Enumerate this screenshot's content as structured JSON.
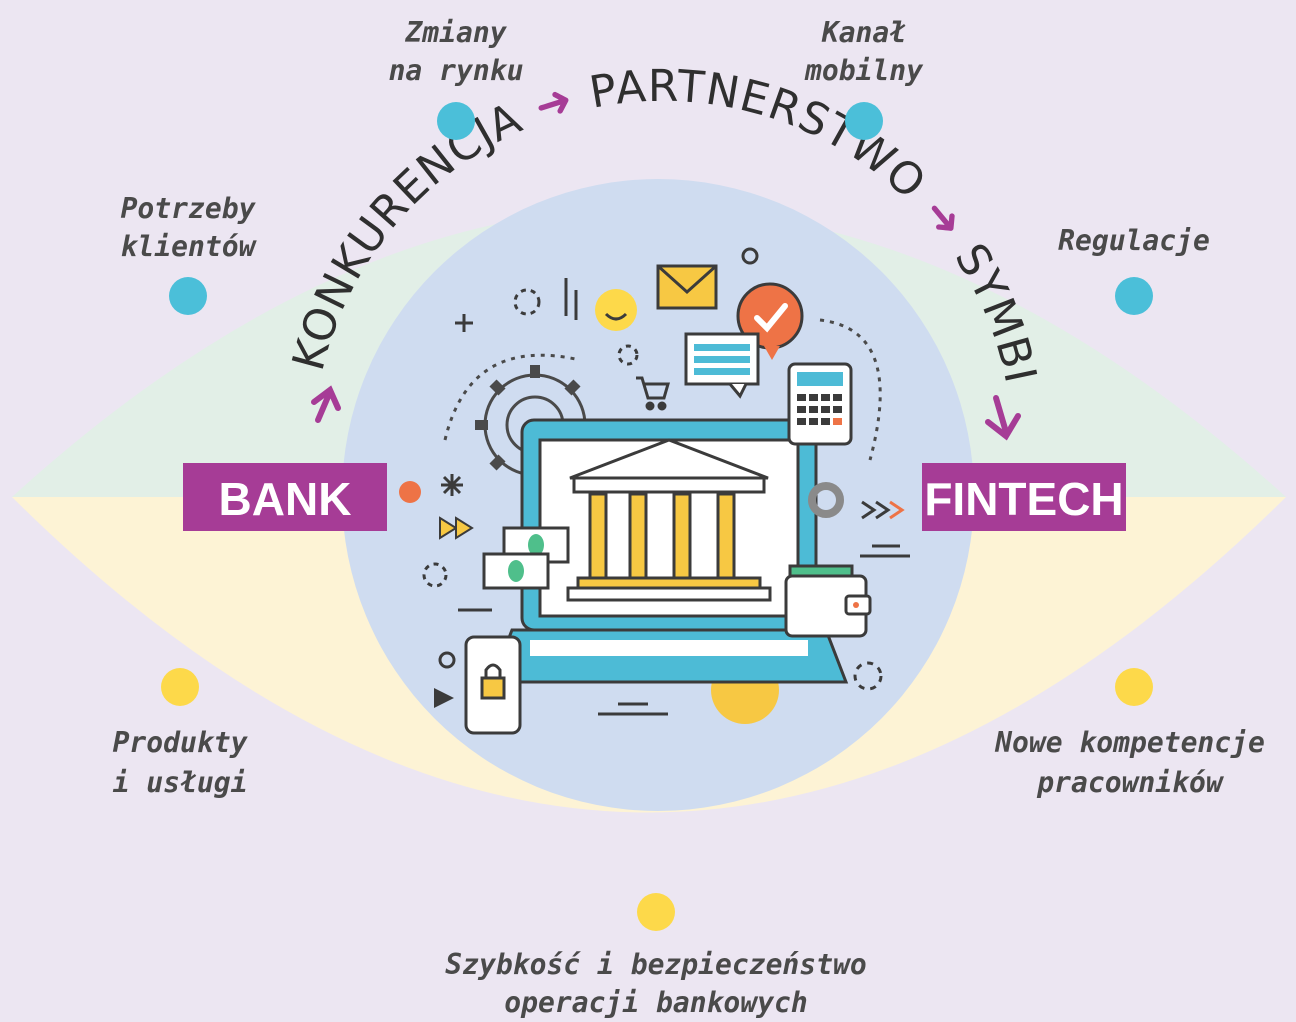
{
  "center": {
    "left_label": "BANK",
    "right_label": "FINTECH"
  },
  "arc_words": [
    "KONKURENCJA",
    "PARTNERSTWO",
    "SYMBIOZA"
  ],
  "factors_top": [
    {
      "line1": "Zmiany",
      "line2": "na rynku"
    },
    {
      "line1": "Kanał",
      "line2": "mobilny"
    },
    {
      "line1": "Potrzeby",
      "line2": "klientów"
    },
    {
      "line1": "Regulacje",
      "line2": ""
    }
  ],
  "factors_bottom": [
    {
      "line1": "Produkty",
      "line2": "i usługi"
    },
    {
      "line1": "Nowe kompetencje",
      "line2": "pracowników"
    },
    {
      "line1": "Szybkość i bezpieczeństwo",
      "line2": "operacji bankowych"
    }
  ],
  "colors": {
    "background": "#ece6f2",
    "upper_lens": "#e2efe7",
    "lower_lens": "#fdf3d5",
    "center_circle": "#cfdcf0",
    "accent_purple": "#a63c96",
    "dot_blue": "#4bbfd9",
    "dot_yellow": "#fdd94a",
    "laptop": "#4dbbd6",
    "pillars": "#f7c843",
    "check_orange": "#ee7346",
    "money_green": "#4fbf8b"
  },
  "icons": [
    "bank-icon",
    "laptop-icon",
    "gear-icon",
    "envelope-icon",
    "chat-bubble-icon",
    "check-badge-icon",
    "calculator-icon",
    "shopping-cart-icon",
    "money-icon",
    "wallet-icon",
    "phone-lock-icon",
    "smiley-icon"
  ]
}
